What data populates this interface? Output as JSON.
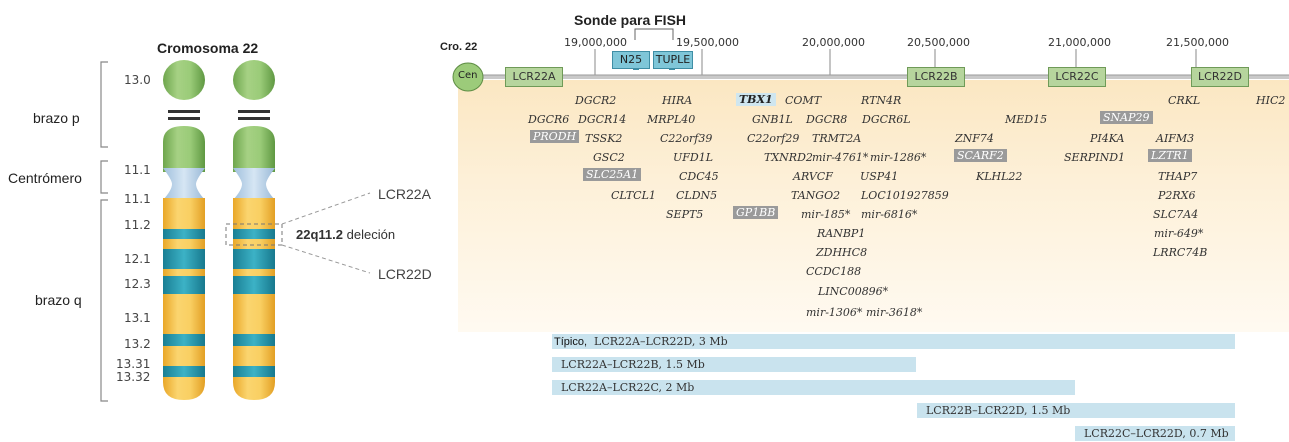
{
  "colors": {
    "p_arm": "#8cbf68",
    "q_arm": "#f6c24a",
    "centromere": "#c4d9ec",
    "dark_band": "#2a9bb0",
    "lcr_box": "#b6d59d",
    "probe_box": "#7fc6d8",
    "bar": "#c9e3ee",
    "gene_bg": "#fdf0d8"
  },
  "left": {
    "title": "Cromosoma 22",
    "bands": [
      "13.0",
      "11.1",
      "11.1",
      "11.2",
      "12.1",
      "12.3",
      "13.1",
      "13.2",
      "13.31",
      "13.32"
    ],
    "arms": {
      "p": "brazo p",
      "centromere": "Centrómero",
      "q": "brazo q"
    },
    "lcr_top": "LCR22A",
    "lcr_bottom": "LCR22D",
    "deletion_band": "22q11.2",
    "deletion_word": "deleción"
  },
  "right": {
    "fish_title": "Sonde para FISH",
    "chrom_label": "Cro. 22",
    "cen_label": "Cen",
    "positions": [
      "19,000,000",
      "19,500,000",
      "20,000,000",
      "20,500,000",
      "21,000,000",
      "21,500,000"
    ],
    "probes": [
      "N25",
      "TUPLE"
    ],
    "lcrs": [
      "LCR22A",
      "LCR22B",
      "LCR22C",
      "LCR22D"
    ],
    "genes": {
      "g01": "DGCR2",
      "g02": "HIRA",
      "g03": "TBX1",
      "g04": "COMT",
      "g05": "RTN4R",
      "g06": "CRKL",
      "g07": "HIC2",
      "g08": "DGCR6",
      "g09": "DGCR14",
      "g10": "MRPL40",
      "g11": "GNB1L",
      "g12": "DGCR8",
      "g13": "DGCR6L",
      "g14": "MED15",
      "g15": "SNAP29",
      "g16": "PRODH",
      "g17": "TSSK2",
      "g18": "C22orf39",
      "g19": "C22orf29",
      "g20": "TRMT2A",
      "g21": "ZNF74",
      "g22": "PI4KA",
      "g23": "AIFM3",
      "g24": "GSC2",
      "g25": "UFD1L",
      "g26": "TXNRD2",
      "g27": "mir-4761*",
      "g28": "mir-1286*",
      "g29": "SCARF2",
      "g30": "SERPIND1",
      "g31": "LZTR1",
      "g32": "SLC25A1",
      "g33": "CDC45",
      "g34": "ARVCF",
      "g35": "USP41",
      "g36": "KLHL22",
      "g37": "THAP7",
      "g38": "CLTCL1",
      "g39": "CLDN5",
      "g40": "TANGO2",
      "g41": "LOC101927859",
      "g42": "P2RX6",
      "g43": "SEPT5",
      "g44": "GP1BB",
      "g45": "mir-185*",
      "g46": "mir-6816*",
      "g47": "SLC7A4",
      "g48": "RANBP1",
      "g49": "mir-649*",
      "g50": "ZDHHC8",
      "g51": "LRRC74B",
      "g52": "CCDC188",
      "g53": "LINC00896*",
      "g54": "mir-1306*",
      "g55": "mir-3618*"
    },
    "deletions": [
      {
        "prefix": "Típico,",
        "label": "LCR22A–LCR22D, 3 Mb"
      },
      {
        "prefix": "",
        "label": "LCR22A–LCR22B, 1.5 Mb"
      },
      {
        "prefix": "",
        "label": "LCR22A–LCR22C, 2 Mb"
      },
      {
        "prefix": "",
        "label": "LCR22B–LCR22D, 1.5 Mb"
      },
      {
        "prefix": "",
        "label": "LCR22C–LCR22D, 0.7 Mb"
      }
    ]
  }
}
